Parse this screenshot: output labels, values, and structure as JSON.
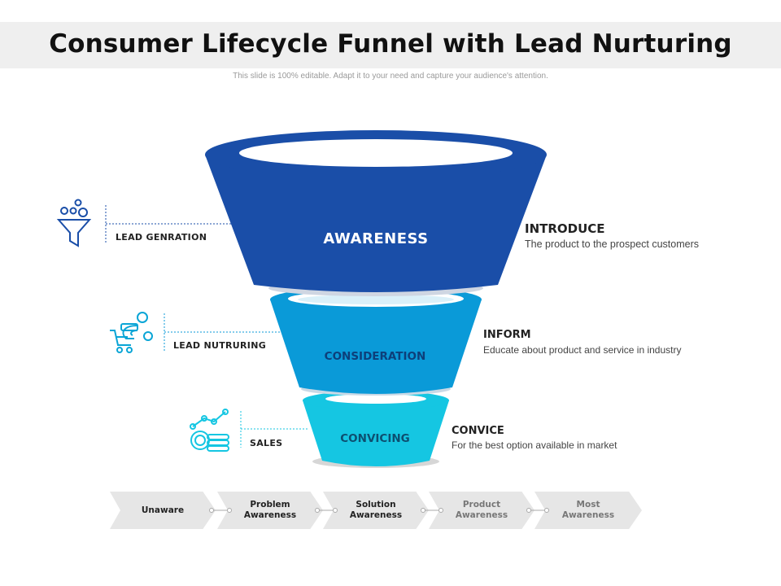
{
  "header": {
    "title": "Consumer Lifecycle Funnel with Lead Nurturing",
    "subtitle": "This slide is 100% editable. Adapt it to your need and capture your audience's attention."
  },
  "colors": {
    "awareness": "#1a4ea8",
    "consideration": "#0a9ad8",
    "convicing": "#15c6e2",
    "icon_dark": "#1a4ea8",
    "icon_light": "#0aa5d6",
    "step_bg": "#e6e6e6"
  },
  "stages": [
    {
      "label": "AWARENESS",
      "left_label": "LEAD GENRATION",
      "left_icon": "funnel-bubbles-icon",
      "right_title": "INTRODUCE",
      "right_desc": "The product to the prospect customers"
    },
    {
      "label": "CONSIDERATION",
      "left_label": "LEAD NUTRURING",
      "left_icon": "magnet-cart-icon",
      "right_title": "INFORM",
      "right_desc": "Educate about product and service in industry"
    },
    {
      "label": "CONVICING",
      "left_label": "SALES",
      "left_icon": "coins-growth-icon",
      "right_title": "CONVICE",
      "right_desc": "For the best option available in market"
    }
  ],
  "steps": [
    {
      "line1": "Unaware",
      "line2": ""
    },
    {
      "line1": "Problem",
      "line2": "Awareness"
    },
    {
      "line1": "Solution",
      "line2": "Awareness"
    },
    {
      "line1": "Product",
      "line2": "Awareness"
    },
    {
      "line1": "Most",
      "line2": "Awareness"
    }
  ]
}
